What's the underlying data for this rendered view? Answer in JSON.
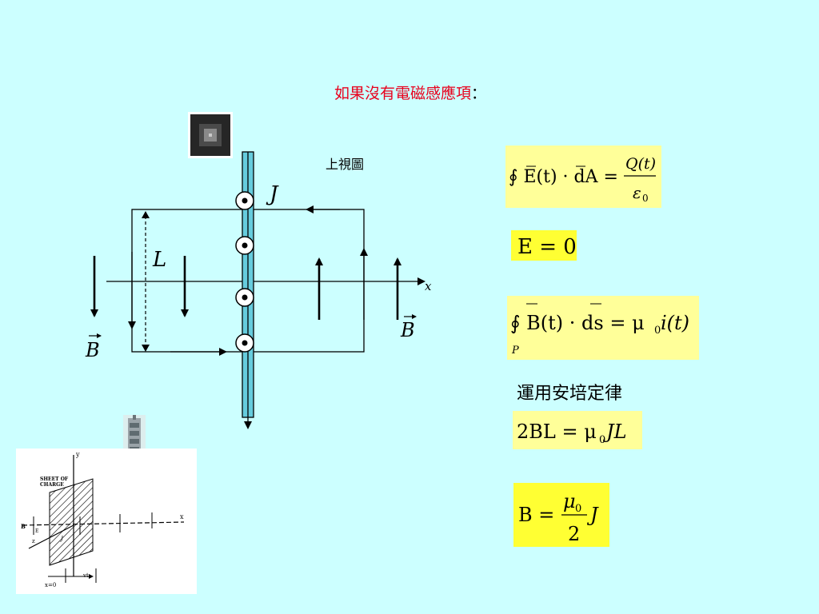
{
  "title": {
    "red_text": "如果沒有電磁感應項",
    "colon": "："
  },
  "diagram": {
    "caption": "上視圖",
    "label_J": "J",
    "label_L": "L",
    "label_x": "x",
    "label_B_left": "B",
    "label_B_right": "B"
  },
  "equations": {
    "gauss": {
      "lhs": "∮ E(t) · dA =",
      "num": "Q(t)",
      "den": "ε",
      "den_sub": "0"
    },
    "e_zero": "E = 0",
    "ampere_loop": {
      "text": "∮ B(t) · ds = μ",
      "sub": "0",
      "tail": "i(t)",
      "contour": "P"
    },
    "ampere_note": "運用安培定律",
    "two_bl": {
      "lhs": "2BL = μ",
      "sub": "0",
      "tail": "JL"
    },
    "b_result": {
      "lhs": "B =",
      "num": "μ",
      "num_sub": "0",
      "den": "2",
      "tail": "J"
    }
  },
  "inset_figure": {
    "label_sheet": "SHEET OF",
    "label_charge": "CHARGE",
    "label_y": "y",
    "label_x": "x",
    "label_z": "z",
    "label_E": "E",
    "label_B": "B",
    "label_J": "J",
    "label_vt": "vt",
    "label_x0": "x=0"
  },
  "colors": {
    "background": "#ccffff",
    "accent_red": "#e8001c",
    "eq_box": "#ffff99",
    "eq_box_strong": "#ffff33",
    "sheet": "#66ccdd"
  }
}
